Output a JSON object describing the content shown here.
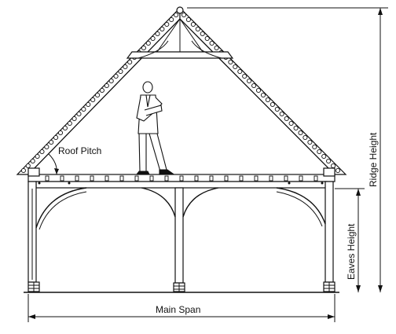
{
  "labels": {
    "roof_pitch": "Roof Pitch",
    "ridge_height": "Ridge Height",
    "eaves_height": "Eaves Height",
    "main_span": "Main Span"
  },
  "colors": {
    "line": "#111111",
    "background": "#ffffff"
  }
}
